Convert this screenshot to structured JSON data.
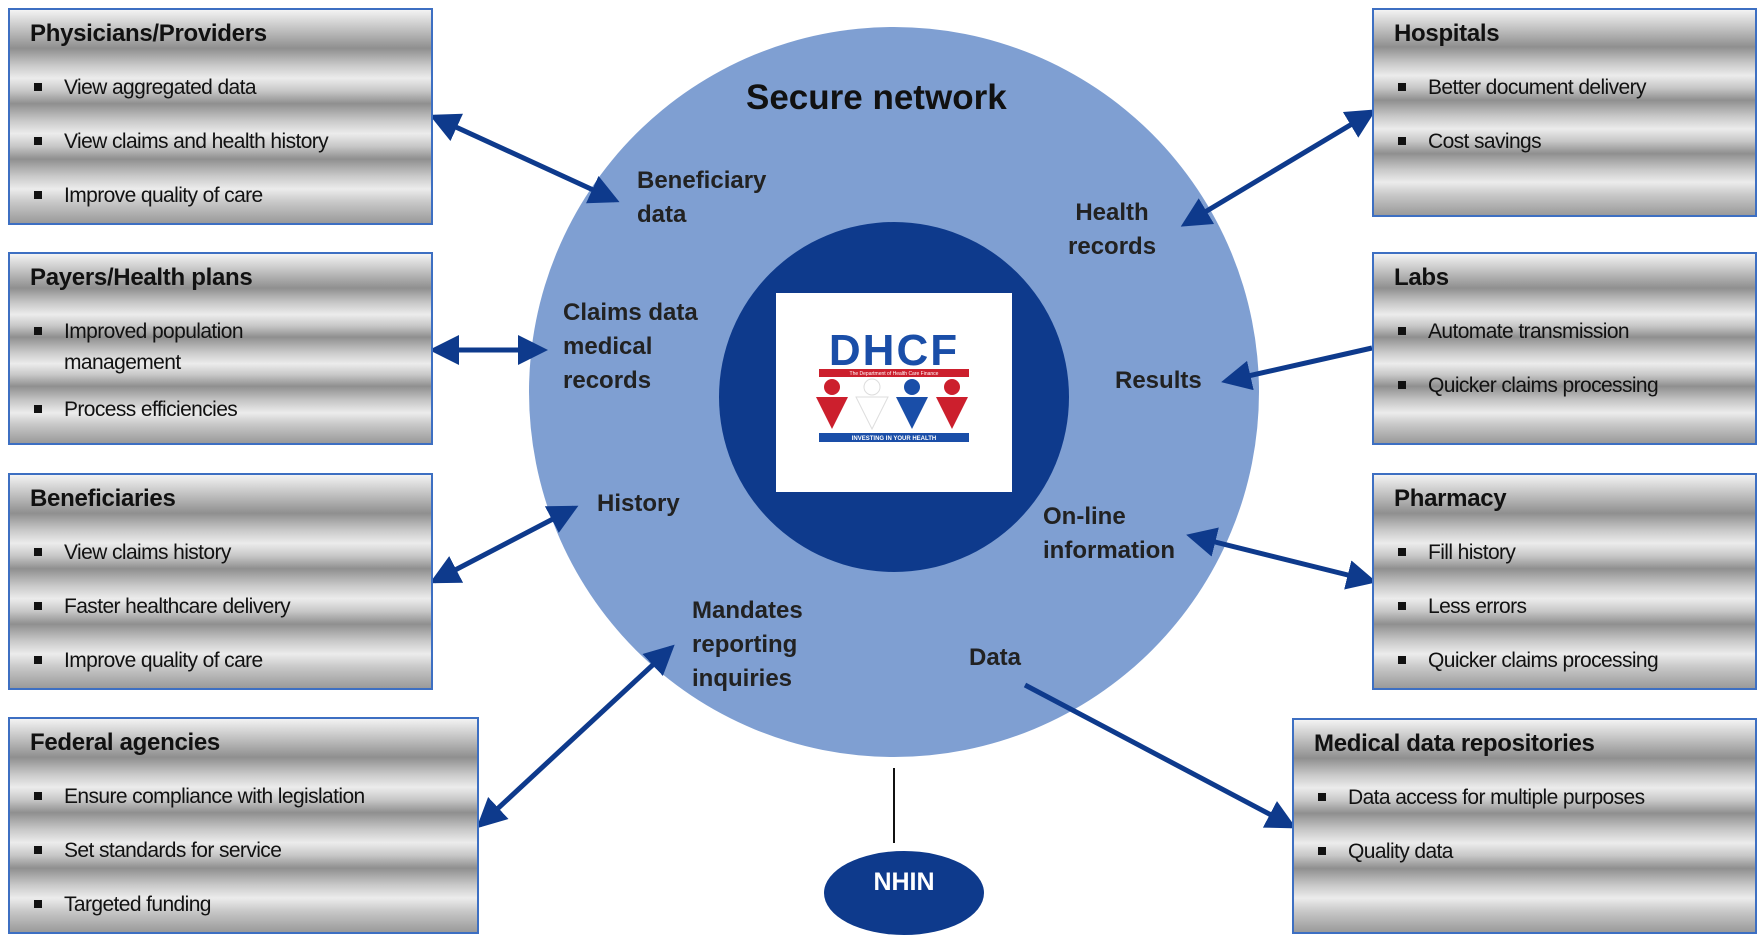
{
  "center": {
    "title": "Secure network",
    "logo": {
      "name": "DHCF",
      "tagline_top": "The Department of Health Care Finance",
      "tagline_bottom": "INVESTING IN YOUR HEALTH"
    },
    "labels": {
      "beneficiary": "Beneficiary\ndata",
      "claims": "Claims data\nmedical\nrecords",
      "history": "History",
      "mandates": "Mandates\nreporting\ninquiries",
      "health_records": "Health\nrecords",
      "results": "Results",
      "online": "On-line\ninformation",
      "data": "Data"
    }
  },
  "nhin": {
    "label": "NHIN"
  },
  "boxes": {
    "physicians": {
      "title": "Physicians/Providers",
      "items": [
        "View aggregated data",
        "View claims and health history",
        "Improve quality of care"
      ]
    },
    "payers": {
      "title": "Payers/Health plans",
      "items": [
        "Improved population management",
        "Process efficiencies"
      ]
    },
    "beneficiaries": {
      "title": "Beneficiaries",
      "items": [
        "View claims history",
        "Faster healthcare delivery",
        "Improve quality of care"
      ]
    },
    "federal": {
      "title": "Federal agencies",
      "items": [
        "Ensure compliance with legislation",
        "Set standards for service",
        "Targeted funding"
      ]
    },
    "hospitals": {
      "title": "Hospitals",
      "items": [
        "Better document delivery",
        "Cost savings"
      ]
    },
    "labs": {
      "title": "Labs",
      "items": [
        "Automate transmission",
        "Quicker claims processing"
      ]
    },
    "pharmacy": {
      "title": "Pharmacy",
      "items": [
        "Fill history",
        "Less errors",
        "Quicker claims processing"
      ]
    },
    "repositories": {
      "title": "Medical data repositories",
      "items": [
        "Data access for multiple purposes",
        "Quality data"
      ]
    }
  },
  "colors": {
    "outer_circle": "#7f9fd2",
    "inner_circle": "#0e3a8c",
    "arrow": "#0e3a8c",
    "box_border": "#3d6fc2",
    "logo_blue": "#1a4ea8",
    "logo_red": "#cc1f2d"
  }
}
